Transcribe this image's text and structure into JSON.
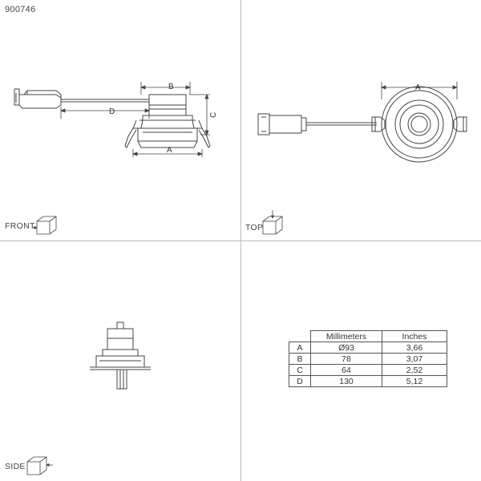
{
  "product_code": "900746",
  "views": {
    "front": "FRONT",
    "top": "TOP",
    "side": "SIDE"
  },
  "dimension_letters": {
    "a": "A",
    "b": "B",
    "c": "C",
    "d": "D"
  },
  "table": {
    "headers": [
      "Millimeters",
      "Inches"
    ],
    "rows": [
      {
        "label": "A",
        "mm": "Ø93",
        "in": "3,66"
      },
      {
        "label": "B",
        "mm": "78",
        "in": "3,07"
      },
      {
        "label": "C",
        "mm": "64",
        "in": "2,52"
      },
      {
        "label": "D",
        "mm": "130",
        "in": "5,12"
      }
    ]
  },
  "colors": {
    "line": "#444444",
    "divider": "#bbbbbb"
  }
}
